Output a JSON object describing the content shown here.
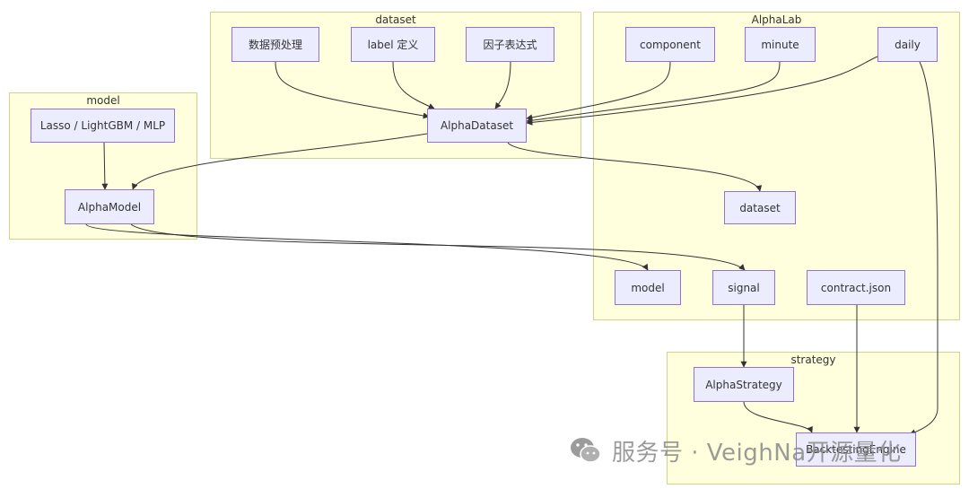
{
  "clusters": {
    "dataset": "dataset",
    "alphalab": "AlphaLab",
    "model": "model",
    "strategy": "strategy"
  },
  "nodes": {
    "data_preprocess": "数据预处理",
    "label_define": "label 定义",
    "factor_expr": "因子表达式",
    "alpha_dataset": "AlphaDataset",
    "component": "component",
    "minute": "minute",
    "daily": "daily",
    "dataset": "dataset",
    "model": "model",
    "signal": "signal",
    "contract_json": "contract.json",
    "lasso": "Lasso / LightGBM / MLP",
    "alpha_model": "AlphaModel",
    "alpha_strategy": "AlphaStrategy",
    "backtesting_engine": "BacktestingEngine"
  },
  "watermark": {
    "text": "服务号 · VeighNa开源量化",
    "icon": "wechat-icon"
  },
  "colors": {
    "cluster_fill": "#ffffde",
    "cluster_border": "#cfd48a",
    "node_fill": "#ececff",
    "node_border": "#9370db",
    "edge": "#333333"
  }
}
